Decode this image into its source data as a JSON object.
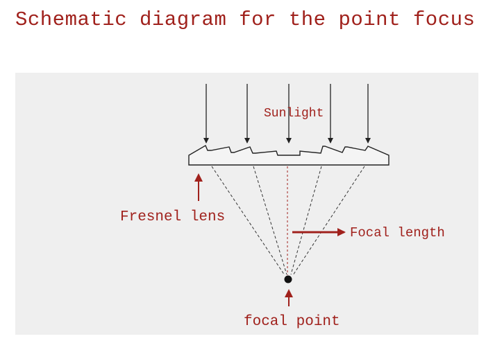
{
  "title": "Schematic diagram for the point focus",
  "labels": {
    "sunlight": "Sunlight",
    "fresnel_lens": "Fresnel lens",
    "focal_length": "Focal length",
    "focal_point": "focal point"
  },
  "colors": {
    "text": "#a0211c",
    "arrow_red": "#a0211c",
    "line": "#222222",
    "panel": "#efefef"
  }
}
